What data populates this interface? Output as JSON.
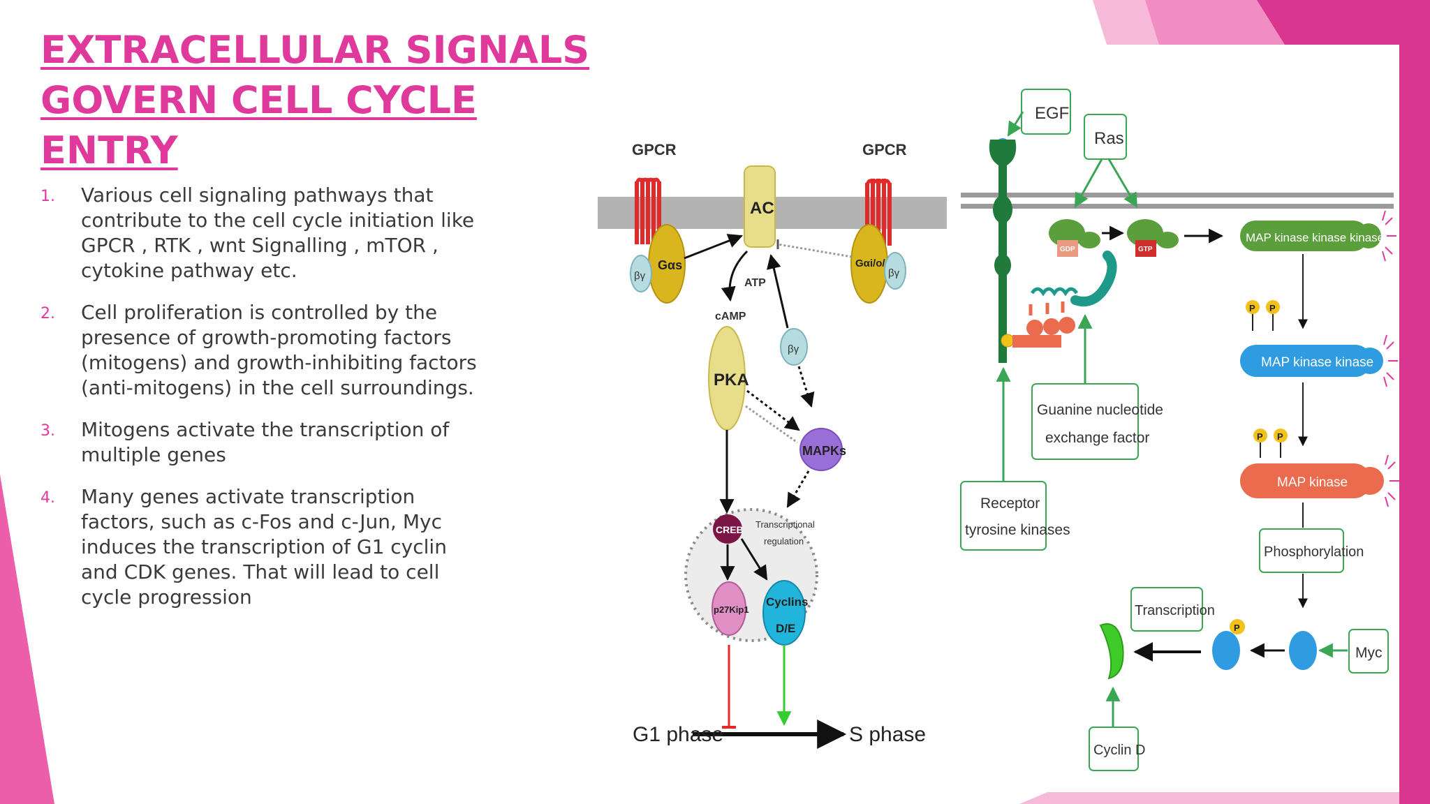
{
  "slide": {
    "title_lines": [
      "EXTRACELLULAR SIGNALS",
      "GOVERN CELL CYCLE",
      "ENTRY"
    ],
    "bullets": [
      {
        "number": "1.",
        "lines": [
          "Various cell signaling pathways that",
          "contribute to the cell cycle initiation like",
          "GPCR , RTK , wnt Signalling , mTOR ,",
          "cytokine pathway etc."
        ]
      },
      {
        "number": "2.",
        "lines": [
          "Cell proliferation is controlled by the",
          "presence of growth-promoting factors",
          "(mitogens) and growth-inhibiting factors",
          "(anti-mitogens) in the cell surroundings."
        ]
      },
      {
        "number": "3.",
        "lines": [
          "Mitogens activate the transcription of",
          "multiple genes"
        ]
      },
      {
        "number": "4.",
        "lines": [
          "Many genes activate transcription",
          "factors, such as c-Fos and c-Jun, Myc",
          "induces the transcription of G1 cyclin",
          "and CDK genes. That will lead to cell",
          "cycle progression"
        ]
      }
    ]
  },
  "figure": {
    "gpcr_panel": {
      "gpcr_left": "GPCR",
      "gpcr_right": "GPCR",
      "ac": "AC",
      "g_alpha_s": "Gαs",
      "g_alpha_right": "Gαi/o/z",
      "beta_gamma": "βγ",
      "atp": "ATP",
      "camp": "cAMP",
      "pka": "PKA",
      "mapks": "MAPKs",
      "creb": "CREB",
      "transcriptional_regulation_lines": [
        "Transcriptional",
        "regulation"
      ],
      "p27": "p27Kip1",
      "cyclins_lines": [
        "Cyclins",
        "D/E"
      ],
      "g1_phase": "G1 phase",
      "s_phase": "S phase"
    },
    "rtk_panel": {
      "egf": "EGF",
      "ras": "Ras",
      "gdp": "GDP",
      "gtp": "GTP",
      "p": "P",
      "mapkkk": "MAP kinase kinase kinase",
      "mapkk": "MAP kinase kinase",
      "mapk": "MAP kinase",
      "gef_lines": [
        "Guanine nucleotide",
        "exchange factor"
      ],
      "rtk_lines": [
        "Receptor",
        "tyrosine kinases"
      ],
      "phosphorylation": "Phosphorylation",
      "transcription": "Transcription",
      "myc": "Myc",
      "cyclin_d": "Cyclin D"
    }
  },
  "colors": {
    "accent_pink": "#e0399c",
    "body_text": "#3a3a3a",
    "membrane_grey": "#b0b0b0",
    "green_box": "#3aa655",
    "gold": "#d9b51e",
    "mapkkk_green": "#5b9e3c",
    "mapkk_blue": "#2f9be0",
    "mapk_red": "#ea6b4d"
  }
}
